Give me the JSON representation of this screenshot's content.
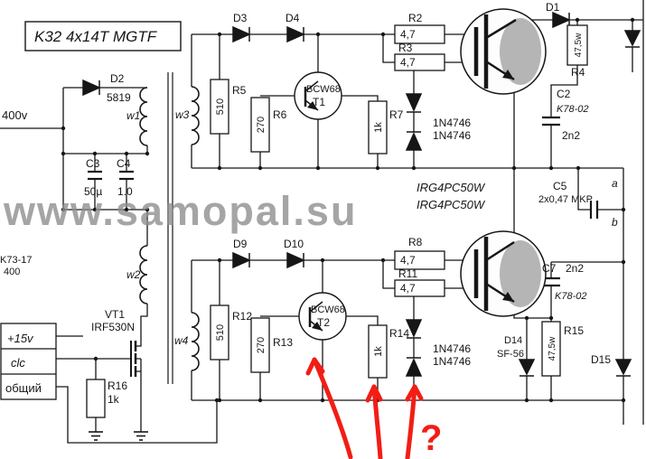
{
  "colors": {
    "wire": "#161616",
    "annotation_red": "#f21d15",
    "watermark_gray": "#8f8f8f",
    "igbt_fill": "#b5b5b5"
  },
  "title_box": {
    "text": "K32 4x14T MGTF"
  },
  "watermark": {
    "text": "www.samopal.su"
  },
  "left_section": {
    "input_voltage": "400v",
    "d2": {
      "ref": "D2",
      "value": "5819"
    },
    "w1": "w1",
    "w2": "w2",
    "c3": {
      "ref": "C3",
      "value": "50µ"
    },
    "c4": {
      "ref": "C4",
      "value": "1.0"
    },
    "cap_type": {
      "line1": "K73-17",
      "line2": "400"
    },
    "vt1": {
      "ref": "VT1",
      "value": "IRF530N"
    },
    "terminals": {
      "row1": "+15v",
      "row2": "clc",
      "row3": "общий"
    },
    "r16": {
      "ref": "R16",
      "value": "1k"
    }
  },
  "top_channel": {
    "w3": "w3",
    "d3": "D3",
    "d4": "D4",
    "r5": {
      "ref": "R5",
      "value": "510"
    },
    "r6": {
      "ref": "R6",
      "value": "270"
    },
    "t1": {
      "type": "BCW68",
      "ref": "T1"
    },
    "r7": {
      "ref": "R7",
      "value": "1k"
    },
    "r2": {
      "ref": "R2",
      "value": "4,7"
    },
    "r3": {
      "ref": "R3",
      "value": "4,7"
    },
    "zener1": "1N4746",
    "zener2": "1N4746",
    "d1": "D1",
    "r4": {
      "ref": "R4",
      "value": "47,5w"
    },
    "c2": {
      "ref": "C2",
      "type": "K78-02",
      "value": "2n2"
    }
  },
  "igbt_labels": {
    "line1": "IRG4PC50W",
    "line2": "IRG4PC50W"
  },
  "c5": {
    "ref": "C5",
    "value": "2x0,47 MKP",
    "term_a": "a",
    "term_b": "b"
  },
  "bottom_channel": {
    "w4": "w4",
    "d9": "D9",
    "d10": "D10",
    "r12": {
      "ref": "R12",
      "value": "510"
    },
    "r13": {
      "ref": "R13",
      "value": "270"
    },
    "t2": {
      "type": "BCW68",
      "ref": "T2"
    },
    "r14": {
      "ref": "R14",
      "value": "1k"
    },
    "r8": {
      "ref": "R8",
      "value": "4,7"
    },
    "r11": {
      "ref": "R11",
      "value": "4,7"
    },
    "zener1": "1N4746",
    "zener2": "1N4746",
    "c7": {
      "ref": "C7",
      "value": "2n2",
      "type": "K78-02"
    },
    "r15": {
      "ref": "R15",
      "value": "47,5w"
    },
    "d14": {
      "ref": "D14",
      "value": "SF-56"
    },
    "d15": "D15"
  },
  "annotation": {
    "question_mark": "?"
  }
}
